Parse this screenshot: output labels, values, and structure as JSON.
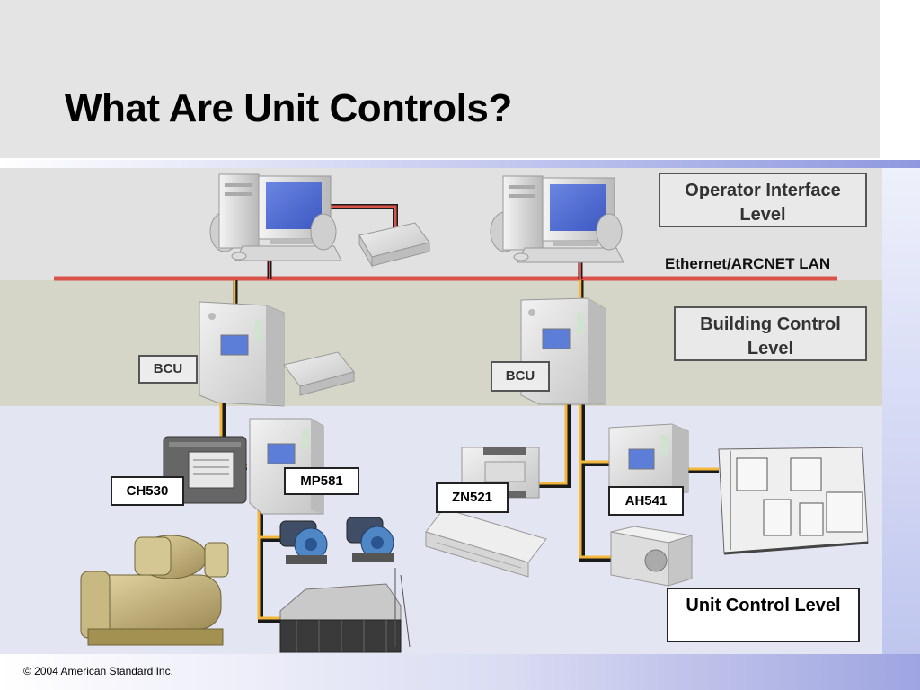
{
  "slide": {
    "title": "What Are Unit Controls?",
    "footer": "© 2004 American Standard Inc."
  },
  "levels": {
    "operator_interface": "Operator Interface Level",
    "building_control": "Building Control Level",
    "unit_control": "Unit Control Level"
  },
  "network": {
    "lan_label": "Ethernet/ARCNET LAN"
  },
  "devices": {
    "bcu_left": "BCU",
    "bcu_right": "BCU",
    "ch530": "CH530",
    "mp581": "MP581",
    "zn521": "ZN521",
    "ah541": "AH541"
  },
  "colors": {
    "lan_red": "#d9534a",
    "bus_yellow": "#f3b73c",
    "bus_black": "#1a1a1a",
    "accent_blue": "#8f98df"
  }
}
